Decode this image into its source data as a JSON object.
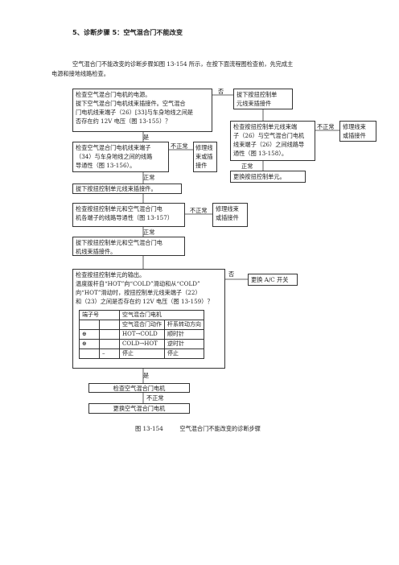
{
  "heading": "5、诊断步骤 5：空气混合门不能改变",
  "intro": {
    "line1": "空气混合门不能改变的诊断步骤如图 13-154 所示，在按下面流程图检查前，先完成主",
    "line2": "电源和接地线路检查。"
  },
  "flow": {
    "b1": {
      "lines": [
        "检查空气混合门电机的电源。",
        "拔下空气混合门电机线束插接件。空气混合",
        "门电机线束端子（26）[33]与车身地线之间是",
        "否存在约 12V 电压（图 13-155）？"
      ]
    },
    "b2": {
      "lines": [
        "拔下按扭控制单",
        "元线束插接件"
      ]
    },
    "b3": {
      "lines": [
        "检查按扭控制单元线束端",
        "子（26）与空气混合门电机",
        "线束端子（26）之间线路导",
        "通性（图 13-158）。"
      ]
    },
    "b4": {
      "lines": [
        "修理线束",
        "或插接件"
      ]
    },
    "b5": {
      "lines": [
        "检查空气混合门电机线束端子",
        "（34）与车身地线之间的线路",
        "导通性（图 13-156）。"
      ]
    },
    "b6": {
      "lines": [
        "修理线",
        "束或插",
        "接件"
      ]
    },
    "b7": {
      "text": "更换按扭控制单元。"
    },
    "b8": {
      "text": "拔下按扭控制单元线束插接件。"
    },
    "b9": {
      "lines": [
        "检查按扭控制单元和空气混合门电",
        "机各端子的线路导通性（图 13-157）"
      ]
    },
    "b10": {
      "lines": [
        "修理线束",
        "或插接件"
      ]
    },
    "b11": {
      "lines": [
        "拔下按扭控制单元和空气混合门电",
        "机线束插接件。"
      ]
    },
    "b12": {
      "lines": [
        "检查按扭控制单元的输出。",
        "温度拨杆自“HOT”向“COLD”滑动和从“COLD”",
        "向“HOT”滑动时，按扭控制单元线束端子（22）",
        "和（23）之间是否存在约 12V 电压（图 13-159）？"
      ]
    },
    "b13": {
      "text": "更换 A/C 开关"
    },
    "b14": {
      "text": "检查空气混合门电机"
    },
    "b15": {
      "text": "更换空气混合门电机"
    }
  },
  "labels": {
    "no": "否",
    "yes": "是",
    "normal": "正常",
    "abnormal": "不正常"
  },
  "table": {
    "header_col1": "端子号",
    "header_col2": "空气混合门电机",
    "sub_col2": "空气混合门动作",
    "sub_col3": "杆系转动方向",
    "rows": [
      {
        "t22": "⊕",
        "t23": "",
        "action": "HOT→COLD",
        "dir": "顺时针"
      },
      {
        "t22": "⊕",
        "t23": "",
        "action": "COLD→HOT",
        "dir": "逆时针"
      },
      {
        "t22": "",
        "t23": "–",
        "action": "停止",
        "dir": "停止"
      }
    ]
  },
  "caption": "图 13-154         空气混合门不能改变的诊断步骤"
}
